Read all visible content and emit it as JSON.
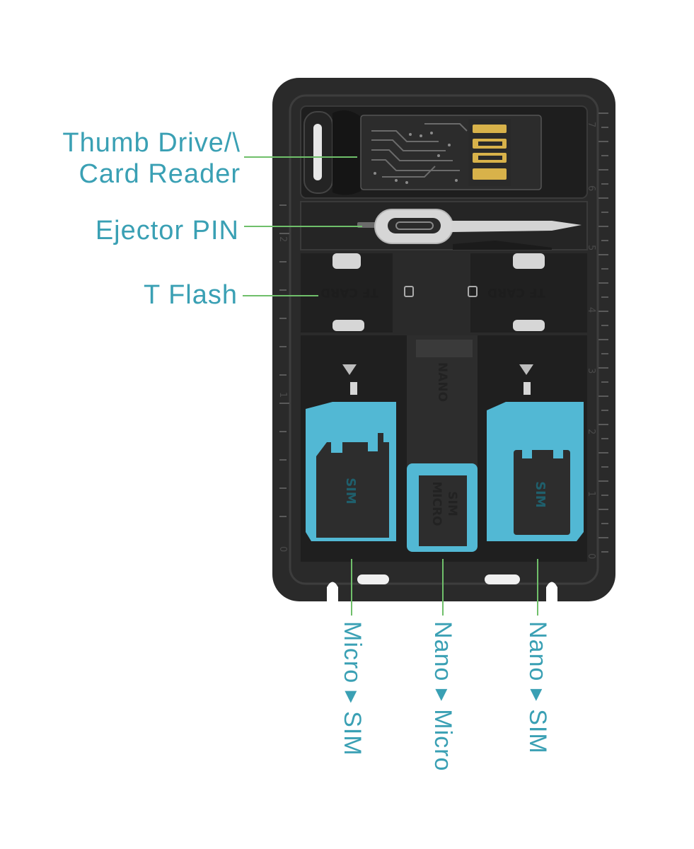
{
  "callouts": {
    "thumb_drive_line1": "Thumb Drive/\\",
    "thumb_drive_line2": "Card Reader",
    "ejector_pin": "Ejector PIN",
    "t_flash": "T Flash"
  },
  "bottom_labels": {
    "micro_sim": "Micro ▸ SIM",
    "nano_micro": "Nano ▸ Micro",
    "nano_sim": "Nano ▸ SIM"
  },
  "card_print": {
    "tf_card": "TF CARD",
    "nano": "NANO",
    "sim": "SIM",
    "micro": "MICRO",
    "micro_sim_adapter": "SIM"
  },
  "ruler": {
    "right_ticks": [
      "7",
      "6",
      "5",
      "4",
      "3",
      "2",
      "1",
      "0"
    ],
    "left_ticks": [
      "2",
      "1",
      "0"
    ]
  },
  "colors": {
    "accent": "#3aa0b4",
    "card_body": "#2b2b2b",
    "adapter_blue": "#52b8d4"
  }
}
